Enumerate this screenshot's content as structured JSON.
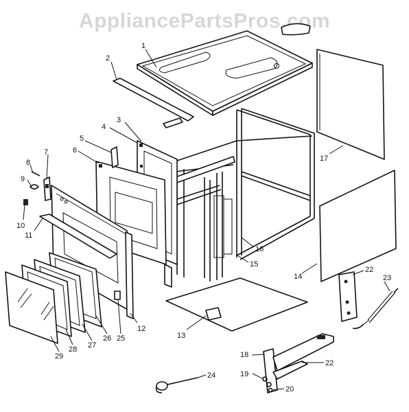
{
  "watermark": "AppliancePartsPros.com",
  "callouts": {
    "c1": "1",
    "c2": "2",
    "c3": "3",
    "c4": "4",
    "c5": "5",
    "c6": "6",
    "c7": "7",
    "c8": "8",
    "c9": "9",
    "c10": "10",
    "c11": "11",
    "c12": "12",
    "c13": "13",
    "c14": "14",
    "c15": "15",
    "c16": "16",
    "c17": "17",
    "c18": "18",
    "c19": "19",
    "c20": "20",
    "c22a": "22",
    "c22b": "22",
    "c23": "23",
    "c24": "24",
    "c25": "25",
    "c26": "26",
    "c27": "27",
    "c28": "28",
    "c29": "29"
  }
}
